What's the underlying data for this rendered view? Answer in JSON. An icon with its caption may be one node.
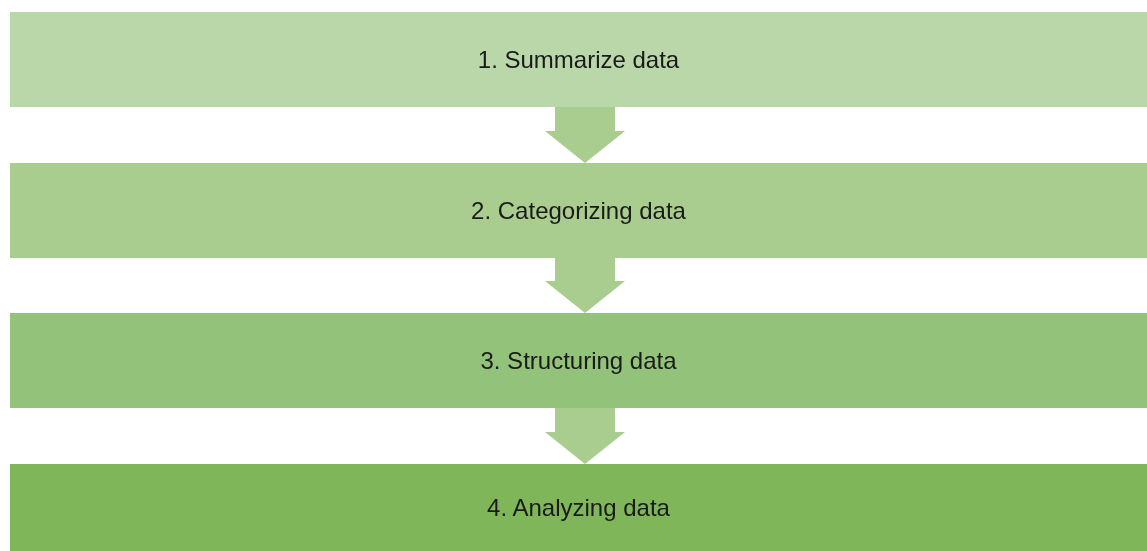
{
  "diagram": {
    "nodes": [
      {
        "text": [
          "1. Summarize data"
        ]
      },
      {
        "text": [
          "2. Categorizing data"
        ]
      },
      {
        "text": [
          "3. Structuring data"
        ]
      },
      {
        "text": [
          "4. Analyzing data"
        ]
      }
    ],
    "edges": [
      {
        "from": 0,
        "to": 1,
        "arrow": "to"
      },
      {
        "from": 1,
        "to": 2,
        "arrow": "to"
      },
      {
        "from": 2,
        "to": 3,
        "arrow": "to"
      }
    ]
  }
}
